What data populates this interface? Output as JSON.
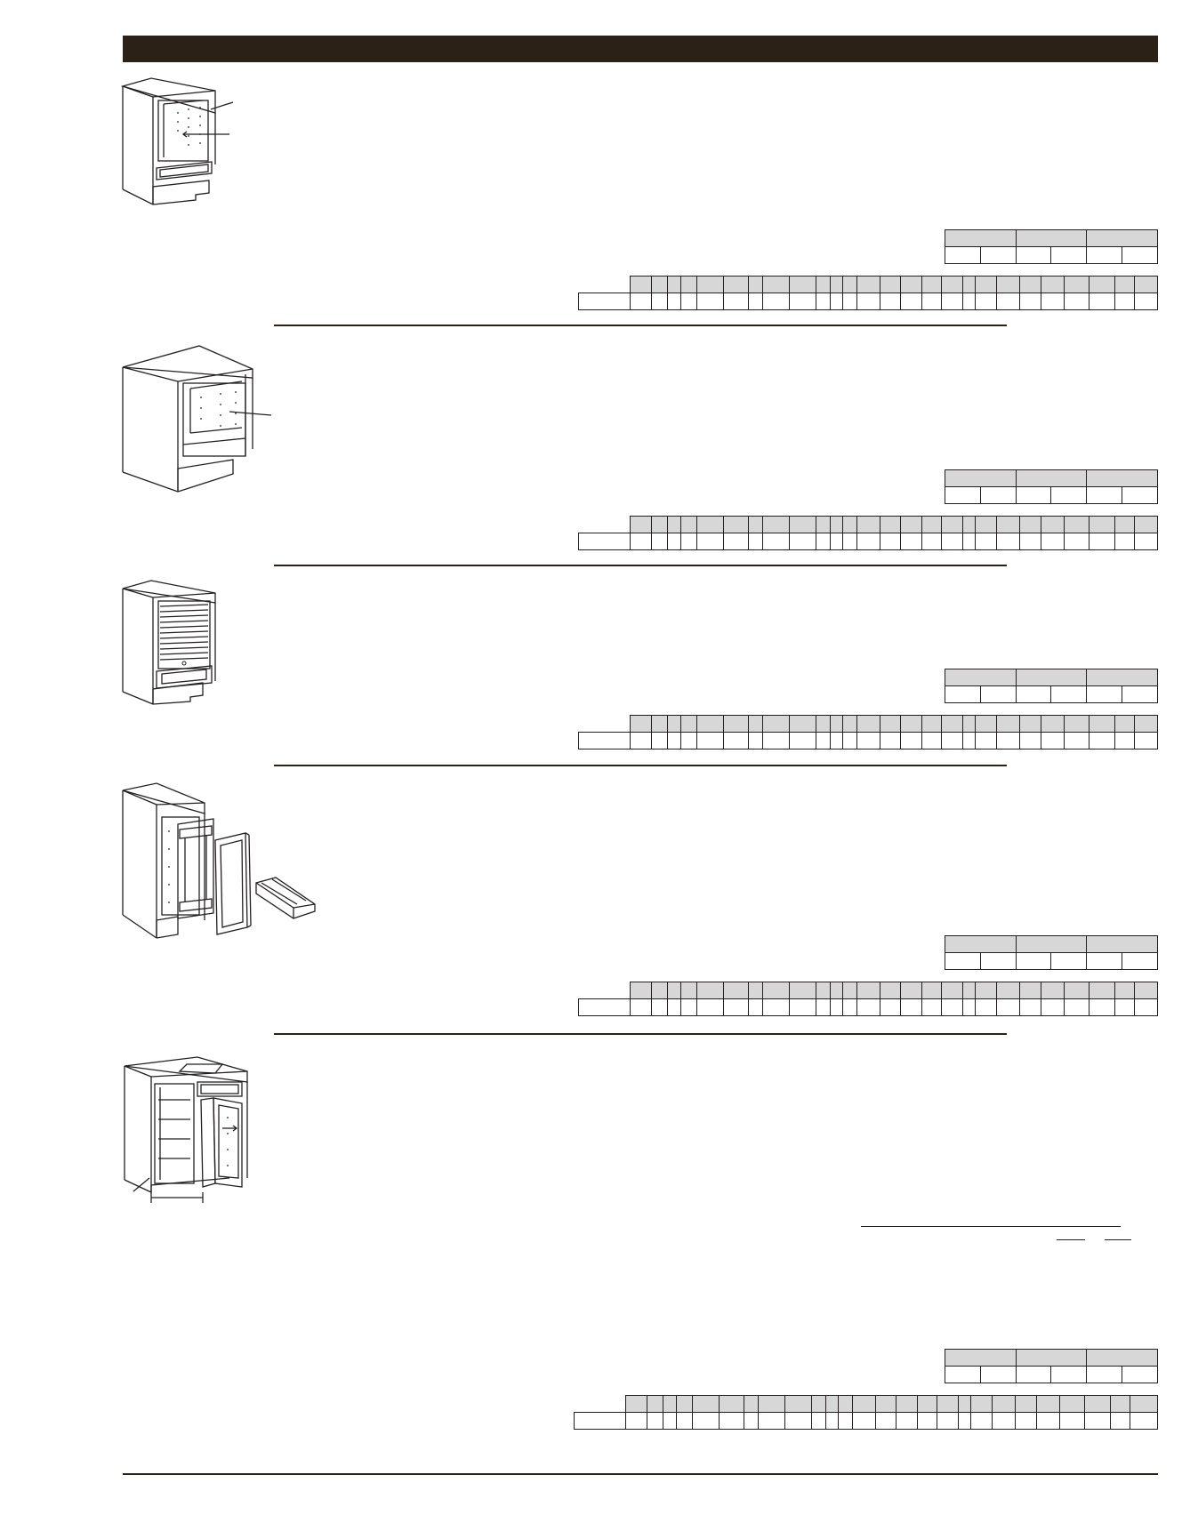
{
  "page": {
    "header_bar_color": "#2b2116",
    "header_title": "",
    "table_header_fill": "#d7d7d7",
    "sections": [
      {
        "id": "oven-base",
        "illustration": "base-oven-cabinet-with-drawer"
      },
      {
        "id": "microwave-base",
        "illustration": "base-microwave-open-cabinet"
      },
      {
        "id": "tambour-base",
        "illustration": "base-cabinet-with-tambour-door"
      },
      {
        "id": "pullout-base",
        "illustration": "base-pullout-cabinet-with-rack"
      },
      {
        "id": "blind-corner-base",
        "illustration": "base-blind-corner-cabinet"
      }
    ]
  }
}
